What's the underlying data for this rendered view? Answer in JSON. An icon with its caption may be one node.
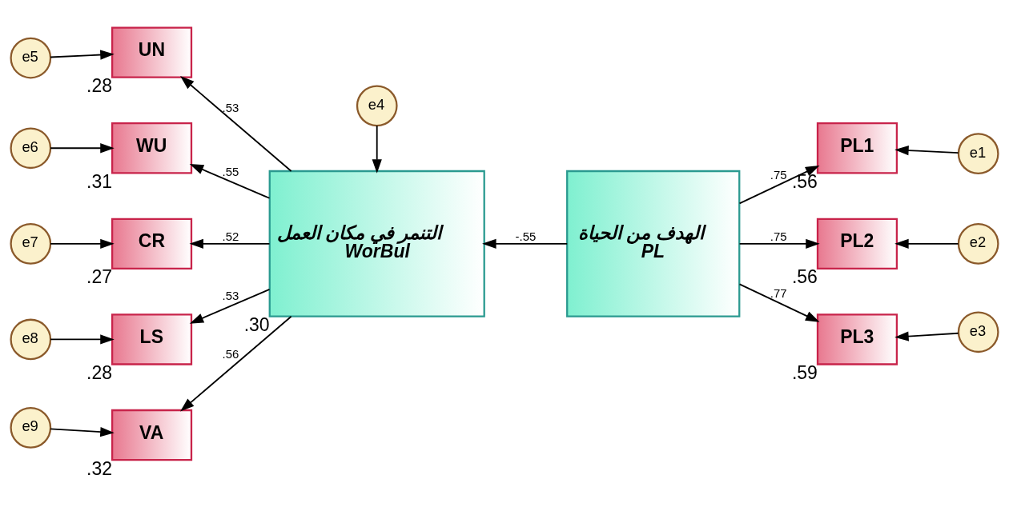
{
  "diagram": {
    "nodes": [
      {
        "text": [
          "e5"
        ]
      },
      {
        "text": [
          "e6"
        ]
      },
      {
        "text": [
          "e7"
        ]
      },
      {
        "text": [
          "e8"
        ]
      },
      {
        "text": [
          "e9"
        ]
      },
      {
        "text": [
          "UN"
        ],
        "beside": [
          ".28"
        ]
      },
      {
        "text": [
          "WU"
        ],
        "beside": [
          ".31"
        ]
      },
      {
        "text": [
          "CR"
        ],
        "beside": [
          ".27"
        ]
      },
      {
        "text": [
          "LS"
        ],
        "beside": [
          ".28"
        ]
      },
      {
        "text": [
          "VA"
        ],
        "beside": [
          ".32"
        ]
      },
      {
        "text": [
          "e4"
        ]
      },
      {
        "text": [
          "التنمر في مكان العمل",
          "WorBul"
        ],
        "beside": [
          ".30"
        ]
      },
      {
        "text": [
          "الهدف من الحياة",
          "PL"
        ]
      },
      {
        "text": [
          "PL1"
        ],
        "beside": [
          ".56"
        ]
      },
      {
        "text": [
          "PL2"
        ],
        "beside": [
          ".56"
        ]
      },
      {
        "text": [
          "PL3"
        ],
        "beside": [
          ".59"
        ]
      },
      {
        "text": [
          "e1"
        ]
      },
      {
        "text": [
          "e2"
        ]
      },
      {
        "text": [
          "e3"
        ]
      }
    ],
    "edges": [
      {
        "from": 0,
        "to": 5,
        "arrow": "to"
      },
      {
        "from": 1,
        "to": 6,
        "arrow": "to"
      },
      {
        "from": 2,
        "to": 7,
        "arrow": "to"
      },
      {
        "from": 3,
        "to": 8,
        "arrow": "to"
      },
      {
        "from": 4,
        "to": 9,
        "arrow": "to"
      },
      {
        "from": 11,
        "to": 5,
        "arrow": "to",
        "label": ".53"
      },
      {
        "from": 11,
        "to": 6,
        "arrow": "to",
        "label": ".55"
      },
      {
        "from": 11,
        "to": 7,
        "arrow": "to",
        "label": ".52"
      },
      {
        "from": 11,
        "to": 8,
        "arrow": "to",
        "label": ".53"
      },
      {
        "from": 11,
        "to": 9,
        "arrow": "to",
        "label": ".56"
      },
      {
        "from": 10,
        "to": 11,
        "arrow": "to"
      },
      {
        "from": 12,
        "to": 11,
        "arrow": "to",
        "label": "-.55"
      },
      {
        "from": 12,
        "to": 13,
        "arrow": "to",
        "label": ".75"
      },
      {
        "from": 12,
        "to": 14,
        "arrow": "to",
        "label": ".75"
      },
      {
        "from": 12,
        "to": 15,
        "arrow": "to",
        "label": ".77"
      },
      {
        "from": 16,
        "to": 13,
        "arrow": "to"
      },
      {
        "from": 17,
        "to": 14,
        "arrow": "to"
      },
      {
        "from": 18,
        "to": 15,
        "arrow": "to"
      }
    ]
  }
}
